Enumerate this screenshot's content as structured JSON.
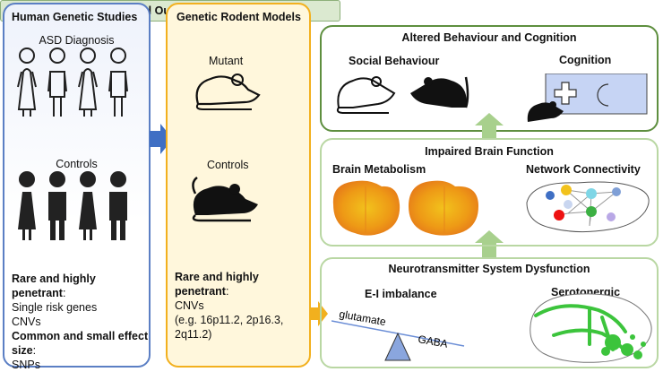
{
  "human": {
    "title": "Human Genetic Studies",
    "asd_label": "ASD Diagnosis",
    "controls_label": "Controls",
    "rare_label": "Rare and highly penetrant",
    "rare_colon": ":",
    "rare_items": [
      "Single risk genes",
      "CNVs"
    ],
    "common_label_1": "Common and small effect",
    "common_label_2": "size",
    "common_colon": ":",
    "common_items": [
      "SNPs"
    ]
  },
  "rodent": {
    "title": "Genetic Rodent Models",
    "mutant_label": "Mutant",
    "controls_label": "Controls",
    "rare_label_1": "Rare and highly",
    "rare_label_2": "penetrant",
    "rare_colon": ":",
    "items": [
      "CNVs",
      "(e.g. 16p11.2, 2p16.3,",
      "2q11.2)"
    ]
  },
  "outcomes": {
    "title": "Translational Outcome Measures",
    "box1": {
      "title": "Altered Behaviour and Cognition",
      "social": "Social Behaviour",
      "cognition": "Cognition"
    },
    "box2": {
      "title": "Impaired Brain Function",
      "metabolism": "Brain Metabolism",
      "network": "Network Connectivity"
    },
    "box3": {
      "title": "Neurotransmitter System Dysfunction",
      "ei": "E-I imbalance",
      "glutamate": "glutamate",
      "gaba": "GABA",
      "serotonergic": "Serotonergic"
    }
  },
  "colors": {
    "human_border": "#5b7fc4",
    "rodent_border": "#f2b01e",
    "green_dark": "#5e8f3f",
    "green_light": "#b9d7a3",
    "arrow_blue": "#3f6fc4",
    "arrow_orange": "#f2b01e",
    "arrow_green": "#a8d08d"
  }
}
